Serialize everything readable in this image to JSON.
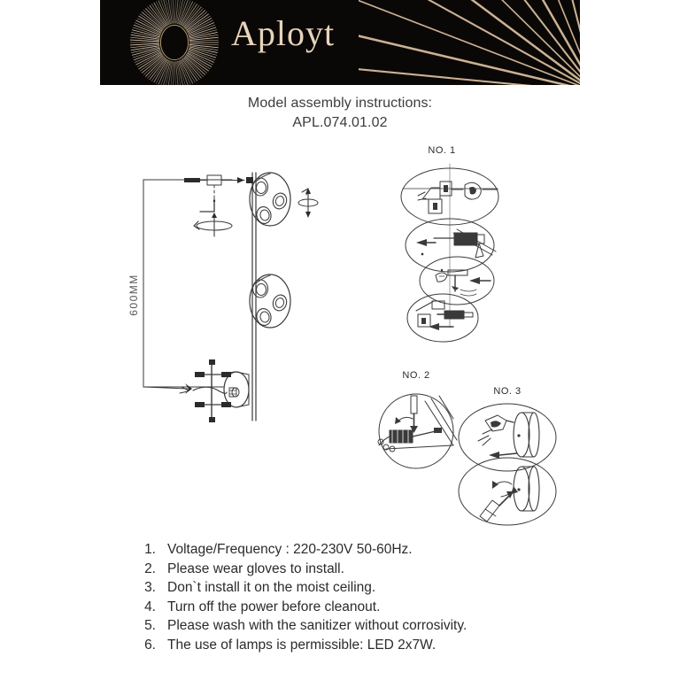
{
  "brand": {
    "wordmark": "Aployt",
    "logo_icon": "sunburst-logo-icon",
    "corner_icon": "radial-rays-icon",
    "banner_bg": "#0a0806",
    "accent": "#e8d4bb"
  },
  "title": {
    "line1": "Model assembly instructions:",
    "line2": "APL.074.01.02",
    "color": "#3c3c3c"
  },
  "diagram": {
    "dimension_label": "600MM",
    "step_labels": {
      "no1": "NO. 1",
      "no2": "NO. 2",
      "no3": "NO. 3"
    },
    "line_color": "#3a3a3a"
  },
  "notes": {
    "items": [
      {
        "num": "1.",
        "text": "Voltage/Frequency : 220-230V 50-60Hz."
      },
      {
        "num": "2.",
        "text": "Please wear gloves to install."
      },
      {
        "num": "3.",
        "text": "Don`t install it on the moist ceiling."
      },
      {
        "num": "4.",
        "text": "Turn off the power before cleanout."
      },
      {
        "num": "5.",
        "text": "Please wash with the sanitizer without corrosivity."
      },
      {
        "num": "6.",
        "text": "The use of lamps is permissible: LED 2x7W."
      }
    ]
  }
}
